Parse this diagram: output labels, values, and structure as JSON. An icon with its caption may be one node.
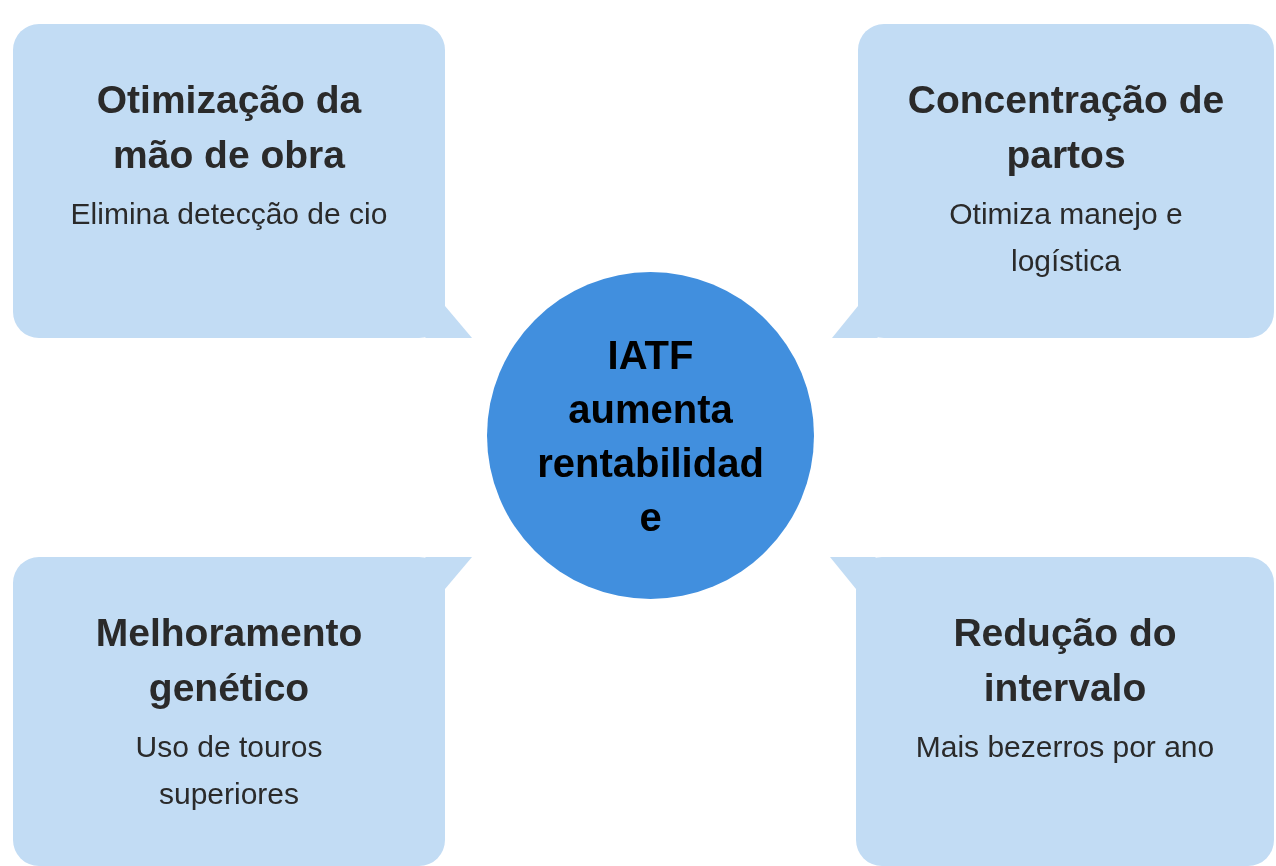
{
  "diagram": {
    "nodes": [
      {
        "text": [
          "Otimização da mão de obra",
          "Elimina detecção de cio"
        ]
      },
      {
        "text": [
          "Concentração de partos",
          "Otimiza manejo e logística"
        ]
      },
      {
        "text": [
          "IATF aumenta rentabilidade"
        ]
      },
      {
        "text": [
          "Melhoramento genético",
          "Uso de touros superiores"
        ]
      },
      {
        "text": [
          "Redução do intervalo",
          "Mais bezerros por ano"
        ]
      }
    ]
  }
}
